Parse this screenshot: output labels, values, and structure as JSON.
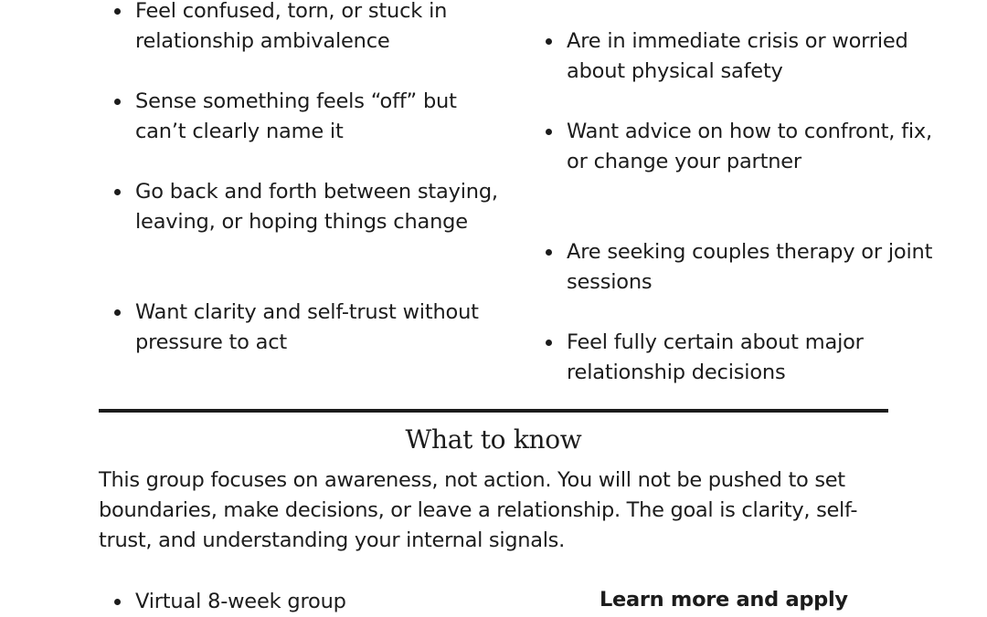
{
  "for_you_if": {
    "items": [
      "Feel confused, torn, or stuck in relationship ambivalence",
      "Sense something feels “off” but can’t clearly name it",
      "Go back and forth between staying, leaving, or hoping things change",
      "Want clarity and self-trust without pressure to act"
    ]
  },
  "not_for_you_if": {
    "items": [
      "Are in immediate crisis or worried about physical safety",
      "Want advice on how to confront, fix, or change your partner",
      "Are seeking couples therapy or joint sessions",
      "Feel fully certain about major relationship decisions"
    ]
  },
  "what_to_know": {
    "heading": "What to know",
    "body": "This group focuses on awareness, not action. You will not be pushed to set boundaries, make decisions, or leave a relationship. The goal is clarity, self-trust, and understanding your internal signals.",
    "details": [
      "Virtual 8-week group"
    ],
    "cta_label": "Learn more and apply"
  }
}
